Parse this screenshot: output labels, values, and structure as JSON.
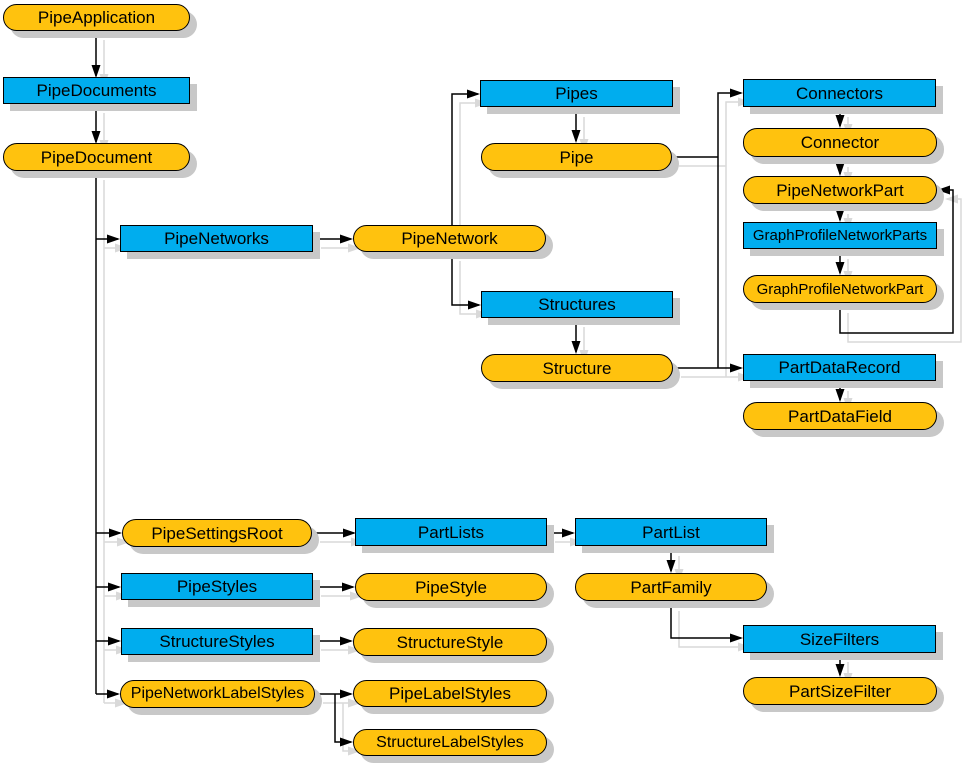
{
  "diagram": {
    "description": "Pipe networks object model diagram",
    "shape_legend": {
      "collection": "blue rectangle",
      "object": "yellow rounded pill"
    }
  },
  "colors": {
    "collection_fill": "#00ADEE",
    "object_fill": "#FFC20E",
    "border": "#000000",
    "node_shadow": "#c8c8c8",
    "edge": "#000000",
    "edge_shadow": "#d9d9d9",
    "background": "#ffffff"
  },
  "nodes": [
    {
      "id": "pipeApplication",
      "label": "PipeApplication",
      "kind": "object"
    },
    {
      "id": "pipeDocuments",
      "label": "PipeDocuments",
      "kind": "collection"
    },
    {
      "id": "pipeDocument",
      "label": "PipeDocument",
      "kind": "object"
    },
    {
      "id": "pipeNetworks",
      "label": "PipeNetworks",
      "kind": "collection"
    },
    {
      "id": "pipeNetwork",
      "label": "PipeNetwork",
      "kind": "object"
    },
    {
      "id": "pipes",
      "label": "Pipes",
      "kind": "collection"
    },
    {
      "id": "pipe",
      "label": "Pipe",
      "kind": "object"
    },
    {
      "id": "structures",
      "label": "Structures",
      "kind": "collection"
    },
    {
      "id": "structure",
      "label": "Structure",
      "kind": "object"
    },
    {
      "id": "connectors",
      "label": "Connectors",
      "kind": "collection"
    },
    {
      "id": "connector",
      "label": "Connector",
      "kind": "object"
    },
    {
      "id": "pipeNetworkPart",
      "label": "PipeNetworkPart",
      "kind": "object"
    },
    {
      "id": "graphProfileNetworkParts",
      "label": "GraphProfileNetworkParts",
      "kind": "collection"
    },
    {
      "id": "graphProfileNetworkPart",
      "label": "GraphProfileNetworkPart",
      "kind": "object"
    },
    {
      "id": "partDataRecord",
      "label": "PartDataRecord",
      "kind": "collection"
    },
    {
      "id": "partDataField",
      "label": "PartDataField",
      "kind": "object"
    },
    {
      "id": "pipeSettingsRoot",
      "label": "PipeSettingsRoot",
      "kind": "object"
    },
    {
      "id": "partLists",
      "label": "PartLists",
      "kind": "collection"
    },
    {
      "id": "partList",
      "label": "PartList",
      "kind": "collection"
    },
    {
      "id": "partFamily",
      "label": "PartFamily",
      "kind": "object"
    },
    {
      "id": "pipeStyles",
      "label": "PipeStyles",
      "kind": "collection"
    },
    {
      "id": "pipeStyle",
      "label": "PipeStyle",
      "kind": "object"
    },
    {
      "id": "structureStyles",
      "label": "StructureStyles",
      "kind": "collection"
    },
    {
      "id": "structureStyle",
      "label": "StructureStyle",
      "kind": "object"
    },
    {
      "id": "pipeNetworkLabelStyles",
      "label": "PipeNetworkLabelStyles",
      "kind": "object"
    },
    {
      "id": "pipeLabelStyles",
      "label": "PipeLabelStyles",
      "kind": "object"
    },
    {
      "id": "structureLabelStyles",
      "label": "StructureLabelStyles",
      "kind": "object"
    },
    {
      "id": "sizeFilters",
      "label": "SizeFilters",
      "kind": "collection"
    },
    {
      "id": "partSizeFilter",
      "label": "PartSizeFilter",
      "kind": "object"
    }
  ]
}
